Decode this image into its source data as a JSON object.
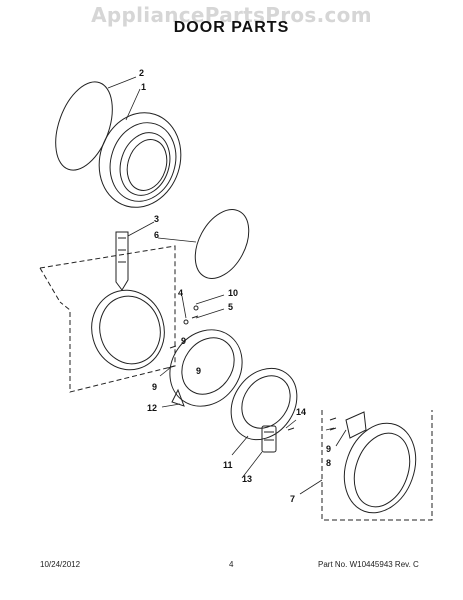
{
  "watermark": "AppliancePartsPros.com",
  "title": "DOOR PARTS",
  "callouts": [
    "2",
    "1",
    "3",
    "6",
    "4",
    "10",
    "5",
    "9",
    "9",
    "9",
    "12",
    "14",
    "9",
    "8",
    "11",
    "13",
    "7"
  ],
  "footer": {
    "date": "10/24/2012",
    "page": "4",
    "part_no": "Part No. W10445943  Rev. C"
  }
}
